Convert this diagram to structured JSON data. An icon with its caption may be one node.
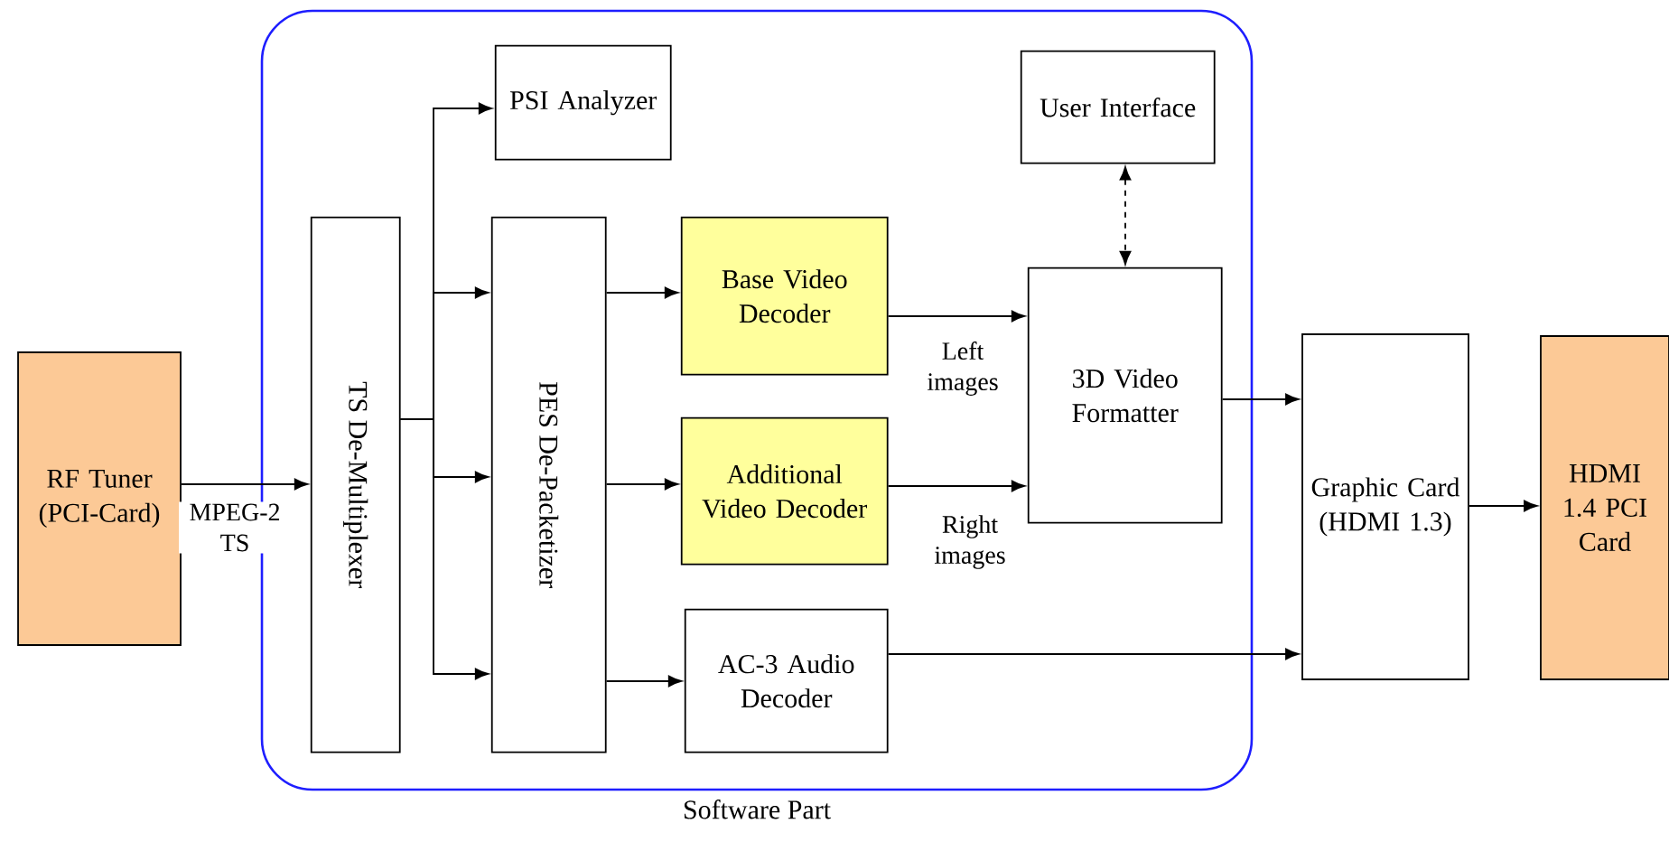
{
  "diagram": {
    "nodes": [
      {
        "text": [
          "Software Part"
        ]
      },
      {
        "text": [
          "RF Tuner (PCI-Card)"
        ]
      },
      {
        "text": [
          "TS De-Multiplexer"
        ],
        "in": 0
      },
      {
        "text": [
          "PSI Analyzer"
        ],
        "in": 0
      },
      {
        "text": [
          "PES De-Packetizer"
        ],
        "in": 0
      },
      {
        "text": [
          "Base Video Decoder"
        ],
        "in": 0
      },
      {
        "text": [
          "Additional Video Decoder"
        ],
        "in": 0
      },
      {
        "text": [
          "AC-3 Audio Decoder"
        ],
        "in": 0
      },
      {
        "text": [
          "User Interface"
        ],
        "in": 0
      },
      {
        "text": [
          "3D Video Formatter"
        ],
        "in": 0
      },
      {
        "text": [
          "Graphic Card (HDMI 1.3)"
        ]
      },
      {
        "text": [
          "HDMI 1.4 PCI Card"
        ]
      }
    ],
    "edges": [
      {
        "from": 1,
        "to": 2,
        "arrow": "to",
        "label": "MPEG-2 TS"
      },
      {
        "from": 2,
        "to": 3,
        "arrow": "to"
      },
      {
        "from": 2,
        "to": 4,
        "arrow": "to"
      },
      {
        "from": 2,
        "to": 4,
        "arrow": "to"
      },
      {
        "from": 2,
        "to": 4,
        "arrow": "to"
      },
      {
        "from": 4,
        "to": 5,
        "arrow": "to"
      },
      {
        "from": 4,
        "to": 6,
        "arrow": "to"
      },
      {
        "from": 4,
        "to": 7,
        "arrow": "to"
      },
      {
        "from": 5,
        "to": 9,
        "arrow": "to",
        "label": "Left images"
      },
      {
        "from": 6,
        "to": 9,
        "arrow": "to",
        "label": "Right images"
      },
      {
        "from": 8,
        "to": 9,
        "arrow": "both",
        "style": "dashed"
      },
      {
        "from": 9,
        "to": 10,
        "arrow": "to"
      },
      {
        "from": 7,
        "to": 10,
        "arrow": "to"
      },
      {
        "from": 10,
        "to": 11,
        "arrow": "to"
      }
    ]
  }
}
